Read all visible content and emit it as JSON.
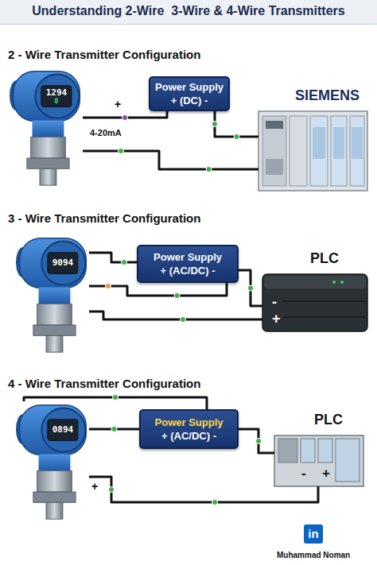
{
  "diagram": {
    "title": "Understanding 2-Wire  3-Wire & 4-Wire Transmitters",
    "nodes": [
      {
        "text": [
          "1294",
          "0"
        ]
      },
      {
        "text": [
          "Power Supply",
          "+ (DC) -"
        ]
      },
      {
        "text": [
          "SIEMENS"
        ]
      },
      {
        "text": [
          "9094"
        ]
      },
      {
        "text": [
          "Power Supply",
          "+ (AC/DC) -"
        ]
      },
      {
        "text": [
          "PLC",
          "-",
          "+"
        ]
      },
      {
        "text": [
          "0894"
        ]
      },
      {
        "text": [
          "Power Supply",
          "+ (AC/DC) -"
        ]
      },
      {
        "text": [
          "PLC",
          "-",
          "+"
        ]
      }
    ],
    "edges": [
      {
        "from": 0,
        "to": 1,
        "arrow": "none",
        "label": "+"
      },
      {
        "from": 1,
        "to": 2,
        "arrow": "none"
      },
      {
        "from": 0,
        "to": 2,
        "arrow": "none",
        "label": "4-20mA"
      },
      {
        "from": 3,
        "to": 4,
        "arrow": "none"
      },
      {
        "from": 3,
        "to": 4,
        "arrow": "none"
      },
      {
        "from": 4,
        "to": 5,
        "arrow": "none"
      },
      {
        "from": 3,
        "to": 5,
        "arrow": "none"
      },
      {
        "from": 6,
        "to": 7,
        "arrow": "none"
      },
      {
        "from": 6,
        "to": 7,
        "arrow": "none"
      },
      {
        "from": 7,
        "to": 8,
        "arrow": "none"
      },
      {
        "from": 6,
        "to": 8,
        "arrow": "none",
        "label": "+"
      }
    ],
    "labels": [
      "2 - Wire Transmitter Configuration",
      "3 - Wire Transmitter Configuration",
      "4 - Wire Transmitter Configuration",
      "in",
      "Muhammad Noman"
    ]
  }
}
